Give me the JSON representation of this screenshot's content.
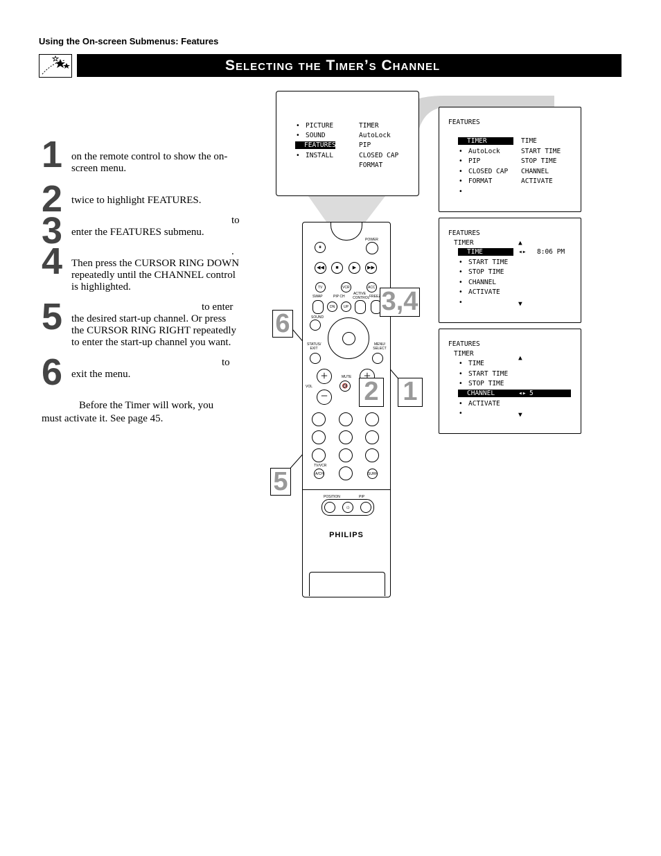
{
  "header": {
    "section_label": "Using the On-screen Submenus: Features",
    "title": "Selecting the Timer’s Channel"
  },
  "steps": [
    {
      "num": "1",
      "text": "on the remote control to show the on-screen menu."
    },
    {
      "num": "2",
      "text": "twice to highlight FEATURES."
    },
    {
      "num": "3",
      "text": "enter the FEATURES submenu.",
      "trail": "to"
    },
    {
      "num": "4",
      "text": "Then press the CURSOR RING DOWN repeatedly until the CHANNEL control is highlighted.",
      "trail": "."
    },
    {
      "num": "5",
      "text": "the desired start-up channel. Or press the CURSOR RING RIGHT repeatedly to enter the start-up channel you want.",
      "trail": "to enter"
    },
    {
      "num": "6",
      "text": "exit the menu.",
      "trail": "to"
    }
  ],
  "tip": "Before the Timer will work, you must activate it. See page 45.",
  "main_menu": {
    "left": [
      "PICTURE",
      "SOUND",
      "FEATURES",
      "INSTALL"
    ],
    "right": [
      "TIMER",
      "AutoLock",
      "PIP",
      "CLOSED CAP",
      "FORMAT"
    ]
  },
  "features_menu": {
    "title": "FEATURES",
    "left": [
      "TIMER",
      "AutoLock",
      "PIP",
      "CLOSED CAP",
      "FORMAT",
      ""
    ],
    "right": [
      "TIME",
      "START TIME",
      "STOP TIME",
      "CHANNEL",
      "ACTIVATE"
    ]
  },
  "timer_menu_1": {
    "title": "FEATURES",
    "sub": "TIMER",
    "items": [
      "TIME",
      "START TIME",
      "STOP TIME",
      "CHANNEL",
      "ACTIVATE",
      ""
    ],
    "value": "8:06 PM"
  },
  "timer_menu_2": {
    "title": "FEATURES",
    "sub": "TIMER",
    "items": [
      "TIME",
      "START TIME",
      "STOP TIME",
      "CHANNEL",
      "ACTIVATE",
      ""
    ],
    "value": "5"
  },
  "remote": {
    "brand": "PHILIPS",
    "labels": {
      "power": "POWER",
      "tv": "TV",
      "vcr": "VCR",
      "acc": "ACC",
      "swap": "SWAP",
      "pipch": "PIP CH",
      "active": "ACTIVE CONTROL",
      "freeze": "FREEZE",
      "dn": "DN",
      "up": "UP",
      "sound": "SOUND",
      "status": "STATUS/ EXIT",
      "menu": "MENU/ SELECT",
      "mute": "MUTE",
      "vol": "VOL",
      "tvcr": "TV/VCR",
      "ach": "A/CH",
      "surf": "SURF",
      "position": "POSITION",
      "pip": "PIP"
    }
  },
  "callouts": {
    "c34": "3,4",
    "c6": "6",
    "c2": "2",
    "c1": "1",
    "c5": "5"
  }
}
